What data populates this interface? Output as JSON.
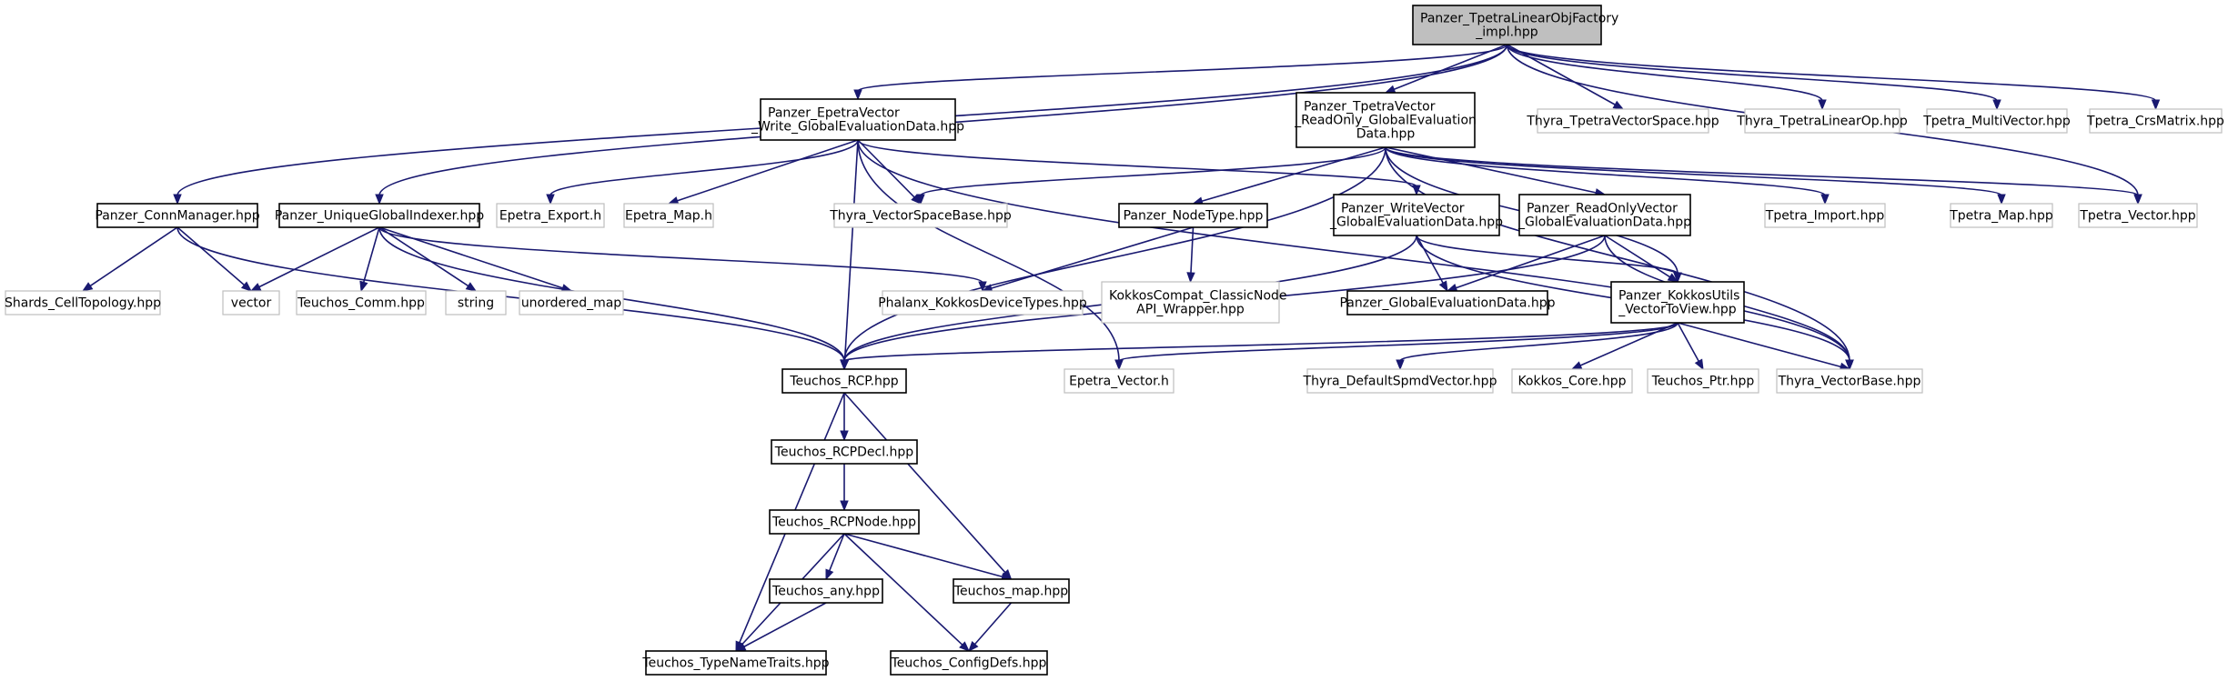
{
  "diagram": {
    "type": "include-dependency-graph",
    "colors": {
      "edge": "#191970",
      "root_fill": "#bfbfbf",
      "internal_border": "#000000",
      "external_border": "#bfbfbf",
      "node_fill": "#ffffff",
      "background": "#ffffff"
    },
    "nodes": [
      {
        "id": "root",
        "lines": [
          "Panzer_TpetraLinearObjFactory",
          "_impl.hpp"
        ],
        "kind": "root"
      },
      {
        "id": "epetra_write",
        "lines": [
          "Panzer_EpetraVector",
          "_Write_GlobalEvaluationData.hpp"
        ],
        "kind": "internal"
      },
      {
        "id": "tpetra_ro",
        "lines": [
          "Panzer_TpetraVector",
          "_ReadOnly_GlobalEvaluation",
          "Data.hpp"
        ],
        "kind": "internal"
      },
      {
        "id": "thyra_tvs",
        "lines": [
          "Thyra_TpetraVectorSpace.hpp"
        ],
        "kind": "external"
      },
      {
        "id": "thyra_tlo",
        "lines": [
          "Thyra_TpetraLinearOp.hpp"
        ],
        "kind": "external"
      },
      {
        "id": "tpetra_mv",
        "lines": [
          "Tpetra_MultiVector.hpp"
        ],
        "kind": "external"
      },
      {
        "id": "tpetra_crs",
        "lines": [
          "Tpetra_CrsMatrix.hpp"
        ],
        "kind": "external"
      },
      {
        "id": "connmgr",
        "lines": [
          "Panzer_ConnManager.hpp"
        ],
        "kind": "internal"
      },
      {
        "id": "ugi",
        "lines": [
          "Panzer_UniqueGlobalIndexer.hpp"
        ],
        "kind": "internal"
      },
      {
        "id": "epetra_export",
        "lines": [
          "Epetra_Export.h"
        ],
        "kind": "external"
      },
      {
        "id": "epetra_map",
        "lines": [
          "Epetra_Map.h"
        ],
        "kind": "external"
      },
      {
        "id": "thyra_vsb",
        "lines": [
          "Thyra_VectorSpaceBase.hpp"
        ],
        "kind": "external"
      },
      {
        "id": "nodetype",
        "lines": [
          "Panzer_NodeType.hpp"
        ],
        "kind": "internal"
      },
      {
        "id": "writevec",
        "lines": [
          "Panzer_WriteVector",
          "_GlobalEvaluationData.hpp"
        ],
        "kind": "internal"
      },
      {
        "id": "readonlyvec",
        "lines": [
          "Panzer_ReadOnlyVector",
          "_GlobalEvaluationData.hpp"
        ],
        "kind": "internal"
      },
      {
        "id": "tpetra_import",
        "lines": [
          "Tpetra_Import.hpp"
        ],
        "kind": "external"
      },
      {
        "id": "tpetra_map",
        "lines": [
          "Tpetra_Map.hpp"
        ],
        "kind": "external"
      },
      {
        "id": "tpetra_vector",
        "lines": [
          "Tpetra_Vector.hpp"
        ],
        "kind": "external"
      },
      {
        "id": "shards",
        "lines": [
          "Shards_CellTopology.hpp"
        ],
        "kind": "external"
      },
      {
        "id": "vector",
        "lines": [
          "vector"
        ],
        "kind": "external"
      },
      {
        "id": "teuchos_comm",
        "lines": [
          "Teuchos_Comm.hpp"
        ],
        "kind": "external"
      },
      {
        "id": "string",
        "lines": [
          "string"
        ],
        "kind": "external"
      },
      {
        "id": "unordered_map",
        "lines": [
          "unordered_map"
        ],
        "kind": "external"
      },
      {
        "id": "phalanx_kdt",
        "lines": [
          "Phalanx_KokkosDeviceTypes.hpp"
        ],
        "kind": "external"
      },
      {
        "id": "kokkoscompat",
        "lines": [
          "KokkosCompat_ClassicNode",
          "API_Wrapper.hpp"
        ],
        "kind": "external"
      },
      {
        "id": "ged",
        "lines": [
          "Panzer_GlobalEvaluationData.hpp"
        ],
        "kind": "internal"
      },
      {
        "id": "kokkosutils",
        "lines": [
          "Panzer_KokkosUtils",
          "_VectorToView.hpp"
        ],
        "kind": "internal"
      },
      {
        "id": "rcp",
        "lines": [
          "Teuchos_RCP.hpp"
        ],
        "kind": "internal"
      },
      {
        "id": "epetra_vector",
        "lines": [
          "Epetra_Vector.h"
        ],
        "kind": "external"
      },
      {
        "id": "thyra_dsv",
        "lines": [
          "Thyra_DefaultSpmdVector.hpp"
        ],
        "kind": "external"
      },
      {
        "id": "kokkos_core",
        "lines": [
          "Kokkos_Core.hpp"
        ],
        "kind": "external"
      },
      {
        "id": "teuchos_ptr",
        "lines": [
          "Teuchos_Ptr.hpp"
        ],
        "kind": "external"
      },
      {
        "id": "thyra_vb",
        "lines": [
          "Thyra_VectorBase.hpp"
        ],
        "kind": "external"
      },
      {
        "id": "rcpdecl",
        "lines": [
          "Teuchos_RCPDecl.hpp"
        ],
        "kind": "internal"
      },
      {
        "id": "rcpnode",
        "lines": [
          "Teuchos_RCPNode.hpp"
        ],
        "kind": "internal"
      },
      {
        "id": "any",
        "lines": [
          "Teuchos_any.hpp"
        ],
        "kind": "internal"
      },
      {
        "id": "tmap",
        "lines": [
          "Teuchos_map.hpp"
        ],
        "kind": "internal"
      },
      {
        "id": "tnt",
        "lines": [
          "Teuchos_TypeNameTraits.hpp"
        ],
        "kind": "internal"
      },
      {
        "id": "configdefs",
        "lines": [
          "Teuchos_ConfigDefs.hpp"
        ],
        "kind": "internal"
      }
    ],
    "edges": [
      [
        "root",
        "connmgr"
      ],
      [
        "root",
        "ugi"
      ],
      [
        "root",
        "epetra_write"
      ],
      [
        "root",
        "tpetra_ro"
      ],
      [
        "root",
        "thyra_tvs"
      ],
      [
        "root",
        "thyra_tlo"
      ],
      [
        "root",
        "tpetra_mv"
      ],
      [
        "root",
        "tpetra_crs"
      ],
      [
        "root",
        "tpetra_vector"
      ],
      [
        "connmgr",
        "shards"
      ],
      [
        "connmgr",
        "vector"
      ],
      [
        "connmgr",
        "rcp"
      ],
      [
        "ugi",
        "vector"
      ],
      [
        "ugi",
        "teuchos_comm"
      ],
      [
        "ugi",
        "string"
      ],
      [
        "ugi",
        "unordered_map"
      ],
      [
        "ugi",
        "phalanx_kdt"
      ],
      [
        "ugi",
        "rcp"
      ],
      [
        "epetra_write",
        "epetra_export"
      ],
      [
        "epetra_write",
        "epetra_map"
      ],
      [
        "epetra_write",
        "thyra_vsb"
      ],
      [
        "epetra_write",
        "writevec"
      ],
      [
        "epetra_write",
        "rcp"
      ],
      [
        "epetra_write",
        "epetra_vector"
      ],
      [
        "epetra_write",
        "thyra_vb"
      ],
      [
        "tpetra_ro",
        "thyra_vsb"
      ],
      [
        "tpetra_ro",
        "nodetype"
      ],
      [
        "tpetra_ro",
        "readonlyvec"
      ],
      [
        "tpetra_ro",
        "rcp"
      ],
      [
        "tpetra_ro",
        "tpetra_import"
      ],
      [
        "tpetra_ro",
        "tpetra_map"
      ],
      [
        "tpetra_ro",
        "tpetra_vector"
      ],
      [
        "tpetra_ro",
        "thyra_vb"
      ],
      [
        "tpetra_ro",
        "kokkosutils"
      ],
      [
        "nodetype",
        "phalanx_kdt"
      ],
      [
        "nodetype",
        "kokkoscompat"
      ],
      [
        "writevec",
        "ged"
      ],
      [
        "writevec",
        "kokkosutils"
      ],
      [
        "writevec",
        "rcp"
      ],
      [
        "writevec",
        "thyra_vb"
      ],
      [
        "readonlyvec",
        "ged"
      ],
      [
        "readonlyvec",
        "kokkosutils"
      ],
      [
        "readonlyvec",
        "rcp"
      ],
      [
        "readonlyvec",
        "thyra_vb"
      ],
      [
        "kokkosutils",
        "rcp"
      ],
      [
        "kokkosutils",
        "epetra_vector"
      ],
      [
        "kokkosutils",
        "thyra_dsv"
      ],
      [
        "kokkosutils",
        "kokkos_core"
      ],
      [
        "kokkosutils",
        "teuchos_ptr"
      ],
      [
        "kokkosutils",
        "thyra_vb"
      ],
      [
        "rcp",
        "rcpdecl"
      ],
      [
        "rcp",
        "tmap"
      ],
      [
        "rcp",
        "tnt"
      ],
      [
        "rcpdecl",
        "rcpnode"
      ],
      [
        "rcpnode",
        "any"
      ],
      [
        "rcpnode",
        "tmap"
      ],
      [
        "rcpnode",
        "tnt"
      ],
      [
        "rcpnode",
        "configdefs"
      ],
      [
        "any",
        "tnt"
      ],
      [
        "tmap",
        "configdefs"
      ]
    ]
  }
}
